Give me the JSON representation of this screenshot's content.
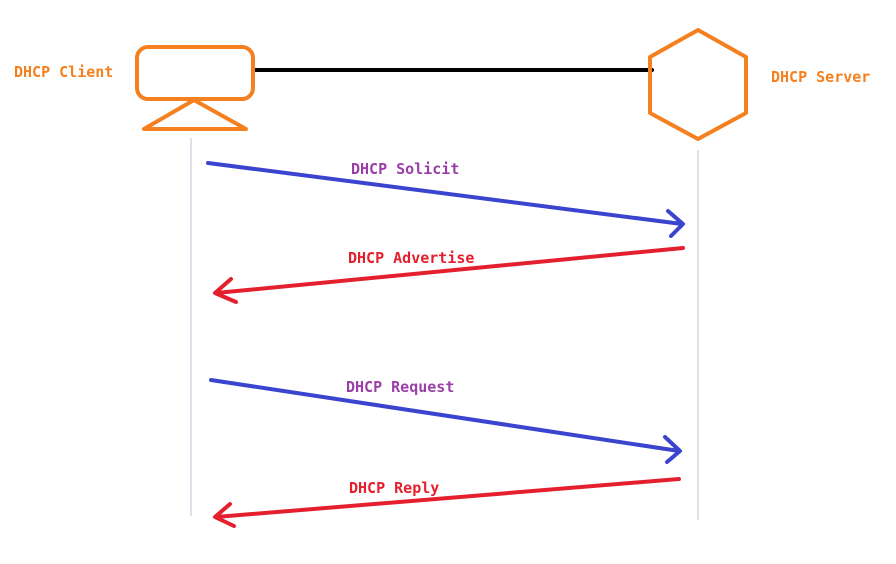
{
  "colors": {
    "node": "#f5801f",
    "request_arrow": "#3a44cf",
    "request_text": "#9b3fa8",
    "response_arrow": "#e5202e",
    "response_text": "#e5202e",
    "link": "#000000",
    "lifeline": "#c8cce0"
  },
  "client": {
    "label": "DHCP Client",
    "icon": "computer-monitor-icon"
  },
  "server": {
    "label": "DHCP Server",
    "icon": "hexagon-server-icon"
  },
  "messages": [
    {
      "label": "DHCP Solicit",
      "direction": "client-to-server"
    },
    {
      "label": "DHCP Advertise",
      "direction": "server-to-client"
    },
    {
      "label": "DHCP Request",
      "direction": "client-to-server"
    },
    {
      "label": "DHCP Reply",
      "direction": "server-to-client"
    }
  ]
}
